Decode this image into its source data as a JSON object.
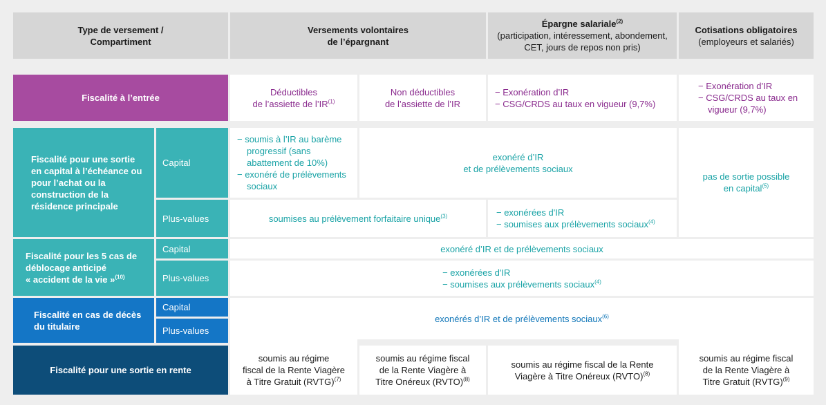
{
  "header": {
    "col1": [
      "Type de versement /",
      "Compartiment"
    ],
    "col2": [
      "Versements volontaires",
      "de l’épargnant"
    ],
    "col3_title": "Épargne salariale",
    "col3_title_sup": "(2)",
    "col3_lines": [
      "(participation, intéressement, abondement,",
      "CET, jours de repos non pris)"
    ],
    "col4_title": "Cotisations obligatoires",
    "col4_sub": "(employeurs et salariés)"
  },
  "entry": {
    "label": "Fiscalité à l’entrée",
    "deductible": [
      "Déductibles",
      "de l’assiette de l’IR"
    ],
    "deductible_sup": "(1)",
    "non_deductible": [
      "Non déductibles",
      "de l’assiette de l’IR"
    ],
    "epargne": [
      "−  Exonération d’IR",
      "−  CSG/CRDS au taux en vigueur (9,7%)"
    ],
    "cotisations": [
      "−  Exonération d’IR",
      "−  CSG/CRDS au taux en vigueur (9,7%)"
    ]
  },
  "exit_capital": {
    "label": "Fiscalité pour une sortie en capital à l’échéance ou pour l’achat ou la construction de la résidence principale",
    "capital_label": "Capital",
    "plusvalues_label": "Plus-values",
    "deductible_capital": [
      "−  soumis à l’IR au barème progressif  (sans abattement de 10%)",
      "−  exonéré de prélèvements sociaux"
    ],
    "other_capital": [
      "exonéré d’IR",
      "et de prélèvements sociaux"
    ],
    "no_exit": [
      "pas de sortie possible",
      "en capital"
    ],
    "no_exit_sup": "(5)",
    "pv_volontaires": "soumises au prélèvement forfaitaire unique",
    "pv_volontaires_sup": "(3)",
    "pv_epargne": [
      "−  exonérées d'IR",
      "−  soumises aux prélèvements sociaux"
    ],
    "pv_epargne_sup": "(4)"
  },
  "early_release": {
    "label": [
      "Fiscalité pour les 5 cas de",
      "déblocage anticipé",
      "« accident de la vie »"
    ],
    "label_sup": "(10)",
    "capital_label": "Capital",
    "plusvalues_label": "Plus-values",
    "capital_text": "exonéré d’IR et de prélèvements sociaux",
    "pv_text": [
      "−  exonérées d'IR",
      "−  soumises aux prélèvements sociaux"
    ],
    "pv_sup": "(4)"
  },
  "death": {
    "label": [
      "Fiscalité en cas de décès",
      "du titulaire"
    ],
    "capital_label": "Capital",
    "plusvalues_label": "Plus-values",
    "text": "exonérés d’IR et de prélèvements sociaux",
    "text_sup": "(6)"
  },
  "rente": {
    "label": "Fiscalité pour une sortie en rente",
    "c1": [
      "soumis au régime",
      "fiscal de la Rente Viagère",
      "à Titre Gratuit (RVTG)"
    ],
    "c1_sup": "(7)",
    "c2": [
      "soumis au régime fiscal",
      "de la Rente Viagère à",
      "Titre Onéreux (RVTO)"
    ],
    "c2_sup": "(8)",
    "c3": [
      "soumis au régime fiscal de la Rente",
      "Viagère à Titre Onéreux (RVTO)"
    ],
    "c3_sup": "(8)",
    "c4": [
      "soumis au régime fiscal",
      "de la Rente Viagère à",
      "Titre Gratuit (RVTG)"
    ],
    "c4_sup": "(9)"
  },
  "colors": {
    "purple": "#a74ba0",
    "teal": "#3ab3b6",
    "blue": "#1476c6",
    "navy": "#0d4d79",
    "header_gray": "#d6d6d6"
  }
}
